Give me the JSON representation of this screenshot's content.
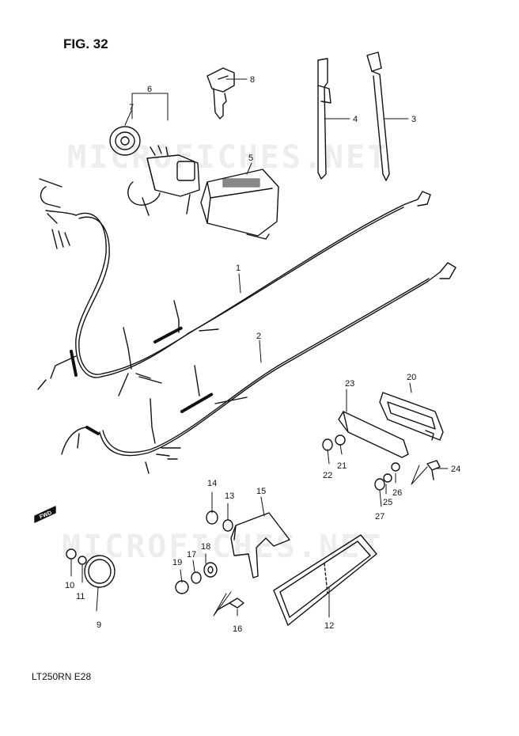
{
  "figure_title": "FIG. 32",
  "model_code": "LT250RN  E28",
  "watermark": "MICROFICHES.NET",
  "fwd_label": "FWD",
  "callouts": [
    "1",
    "2",
    "3",
    "4",
    "5",
    "6",
    "7",
    "8",
    "9",
    "10",
    "11",
    "12",
    "13",
    "14",
    "15",
    "16",
    "17",
    "18",
    "19",
    "20",
    "21",
    "22",
    "23",
    "24",
    "25",
    "26",
    "27"
  ]
}
